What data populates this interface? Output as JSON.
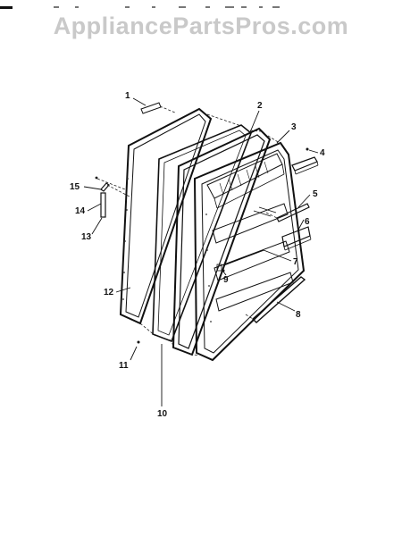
{
  "header": {
    "watermark": "AppliancePartsPros.com"
  },
  "diagram": {
    "callouts": [
      {
        "id": "1",
        "label": "1"
      },
      {
        "id": "2",
        "label": "2"
      },
      {
        "id": "3",
        "label": "3"
      },
      {
        "id": "4",
        "label": "4"
      },
      {
        "id": "5",
        "label": "5"
      },
      {
        "id": "6",
        "label": "6"
      },
      {
        "id": "7",
        "label": "7"
      },
      {
        "id": "8",
        "label": "8"
      },
      {
        "id": "9",
        "label": "9"
      },
      {
        "id": "10",
        "label": "10"
      },
      {
        "id": "11",
        "label": "11"
      },
      {
        "id": "12",
        "label": "12"
      },
      {
        "id": "13",
        "label": "13"
      },
      {
        "id": "14",
        "label": "14"
      },
      {
        "id": "15",
        "label": "15"
      }
    ]
  }
}
